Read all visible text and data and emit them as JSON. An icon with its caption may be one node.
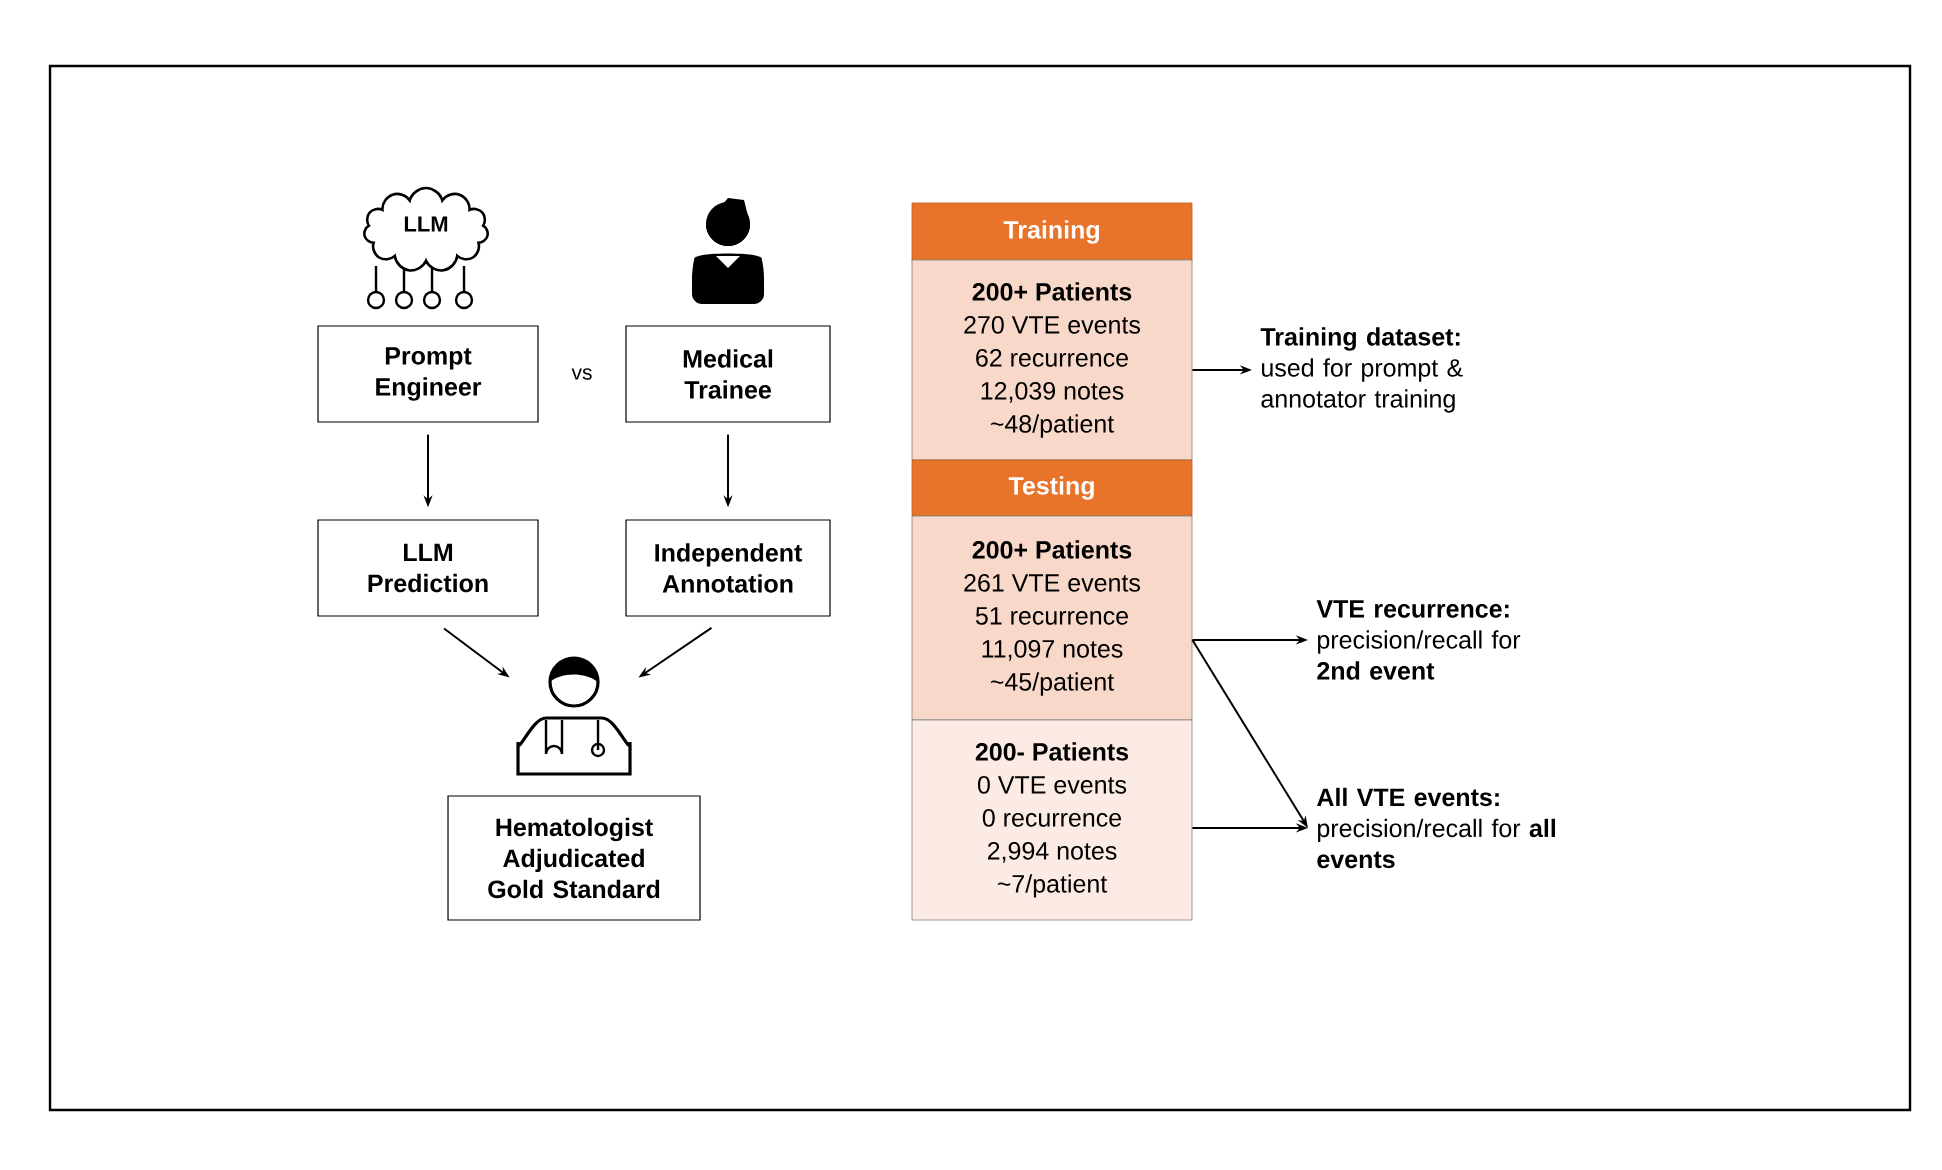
{
  "diagram": {
    "nodes": [
      {
        "text": [
          "Prompt Engineer"
        ]
      },
      {
        "text": [
          "Medical Trainee"
        ]
      },
      {
        "text": [
          "LLM Prediction"
        ]
      },
      {
        "text": [
          "Independent Annotation"
        ]
      },
      {
        "text": [],
        "shape": "person"
      },
      {
        "text": [
          "Hematologist Adjudicated Gold Standard"
        ]
      },
      {
        "text": [
          "Training"
        ]
      },
      {
        "text": [
          "200+ Patients",
          "270 VTE events",
          "62 recurrence",
          "12,039 notes",
          "~48/patient"
        ]
      },
      {
        "text": [
          "Testing"
        ]
      },
      {
        "text": [
          "200+ Patients",
          "261 VTE events",
          "51 recurrence",
          "11,097 notes",
          "~45/patient"
        ]
      },
      {
        "text": [
          "200- Patients",
          "0 VTE events",
          "0 recurrence",
          "2,994 notes",
          "~7/patient"
        ]
      },
      {
        "text": [
          "Training dataset:",
          "used for prompt & annotator training"
        ]
      },
      {
        "text": [
          "VTE recurrence:",
          "precision/recall for **2nd event**"
        ]
      },
      {
        "text": [
          "All VTE events:",
          "precision/recall for **all events**"
        ]
      }
    ],
    "edges": [
      {
        "from": 0,
        "to": 2,
        "arrow": "to"
      },
      {
        "from": 1,
        "to": 3,
        "arrow": "to"
      },
      {
        "from": 2,
        "to": 4,
        "arrow": "to"
      },
      {
        "from": 3,
        "to": 4,
        "arrow": "to"
      },
      {
        "from": 7,
        "to": 11,
        "arrow": "to"
      },
      {
        "from": 9,
        "to": 12,
        "arrow": "to"
      },
      {
        "from": 9,
        "to": 13,
        "arrow": "to"
      },
      {
        "from": 10,
        "to": 13,
        "arrow": "to"
      }
    ],
    "labels": [
      "LLM",
      "vs"
    ]
  }
}
